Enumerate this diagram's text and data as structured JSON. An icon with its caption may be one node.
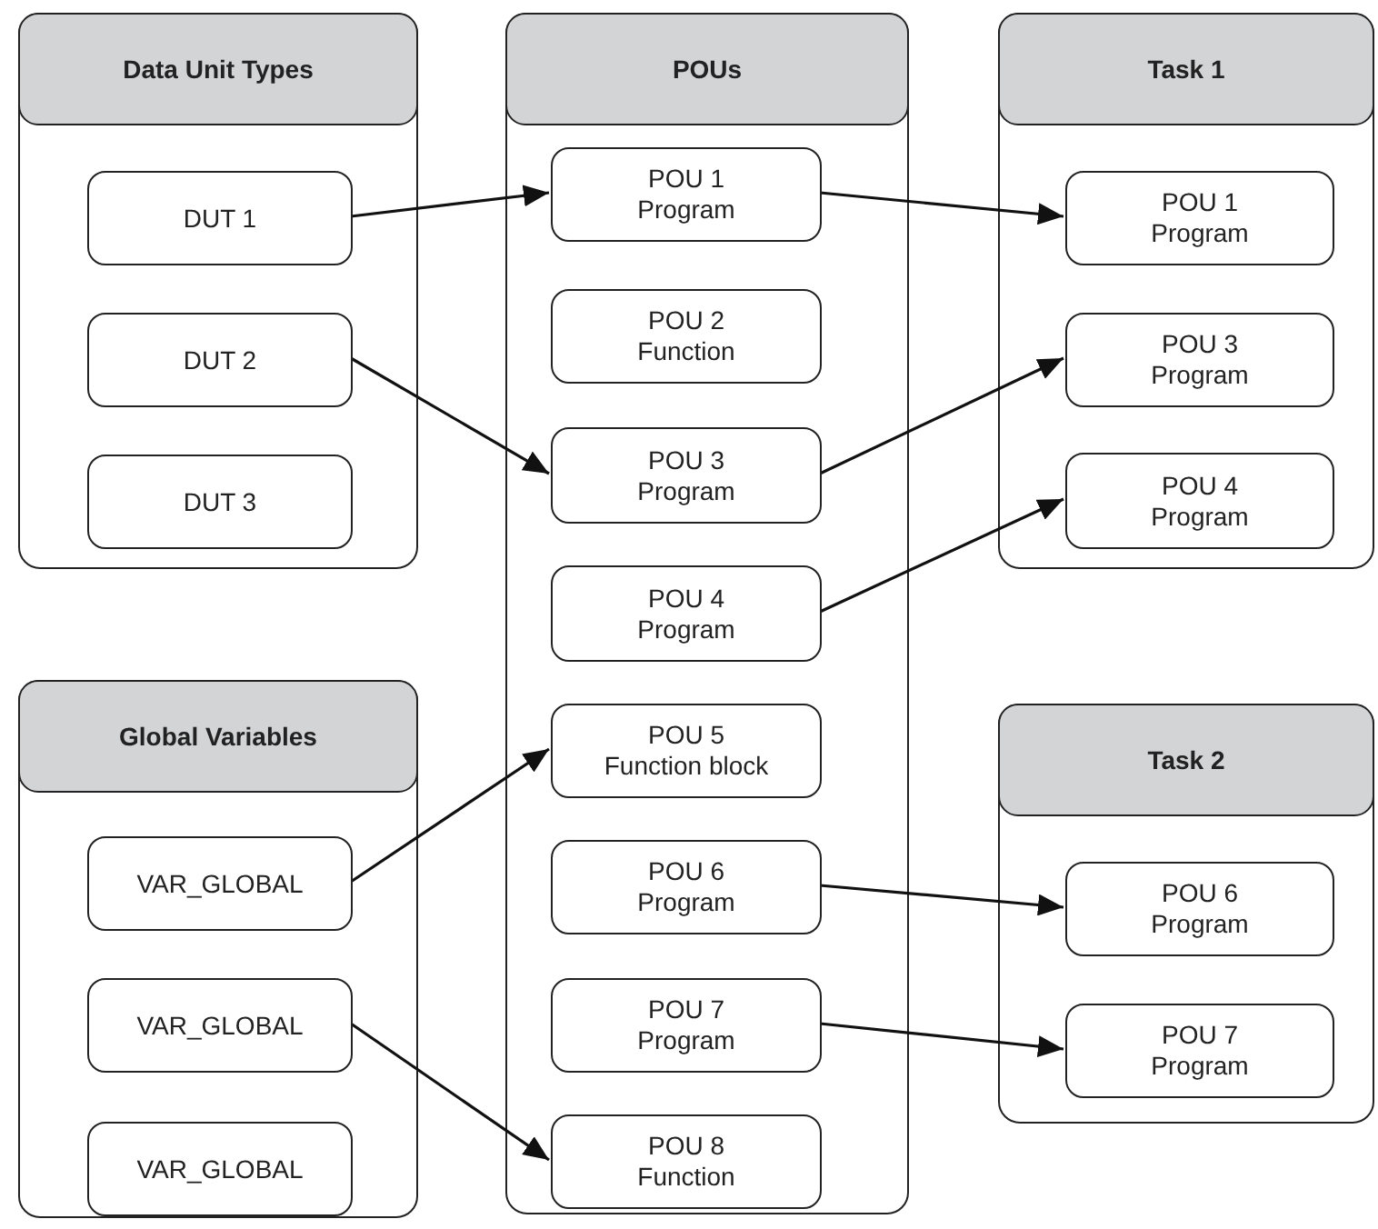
{
  "diagram": {
    "nodes": [
      {
        "text": [
          "Data Unit Types"
        ]
      },
      {
        "text": [
          "DUT 1"
        ],
        "in": 0
      },
      {
        "text": [
          "DUT 2"
        ],
        "in": 0
      },
      {
        "text": [
          "DUT 3"
        ],
        "in": 0
      },
      {
        "text": [
          "POUs"
        ]
      },
      {
        "text": [
          "POU 1",
          "Program"
        ],
        "in": 4
      },
      {
        "text": [
          "POU 2",
          "Function"
        ],
        "in": 4
      },
      {
        "text": [
          "POU 3",
          "Program"
        ],
        "in": 4
      },
      {
        "text": [
          "POU 4",
          "Program"
        ],
        "in": 4
      },
      {
        "text": [
          "POU 5",
          "Function block"
        ],
        "in": 4
      },
      {
        "text": [
          "POU 6",
          "Program"
        ],
        "in": 4
      },
      {
        "text": [
          "POU 7",
          "Program"
        ],
        "in": 4
      },
      {
        "text": [
          "POU 8",
          "Function"
        ],
        "in": 4
      },
      {
        "text": [
          "Task 1"
        ]
      },
      {
        "text": [
          "POU 1",
          "Program"
        ],
        "in": 13
      },
      {
        "text": [
          "POU 3",
          "Program"
        ],
        "in": 13
      },
      {
        "text": [
          "POU 4",
          "Program"
        ],
        "in": 13
      },
      {
        "text": [
          "Global Variables"
        ]
      },
      {
        "text": [
          "VAR_GLOBAL"
        ],
        "in": 17
      },
      {
        "text": [
          "VAR_GLOBAL"
        ],
        "in": 17
      },
      {
        "text": [
          "VAR_GLOBAL"
        ],
        "in": 17
      },
      {
        "text": [
          "Task 2"
        ]
      },
      {
        "text": [
          "POU 6",
          "Program"
        ],
        "in": 21
      },
      {
        "text": [
          "POU 7",
          "Program"
        ],
        "in": 21
      }
    ],
    "edges": [
      {
        "from": 1,
        "to": 5,
        "arrow": "to"
      },
      {
        "from": 2,
        "to": 7,
        "arrow": "to"
      },
      {
        "from": 5,
        "to": 14,
        "arrow": "to"
      },
      {
        "from": 7,
        "to": 15,
        "arrow": "to"
      },
      {
        "from": 8,
        "to": 16,
        "arrow": "to"
      },
      {
        "from": 18,
        "to": 9,
        "arrow": "to"
      },
      {
        "from": 19,
        "to": 12,
        "arrow": "to"
      },
      {
        "from": 10,
        "to": 22,
        "arrow": "to"
      },
      {
        "from": 11,
        "to": 23,
        "arrow": "to"
      }
    ]
  }
}
